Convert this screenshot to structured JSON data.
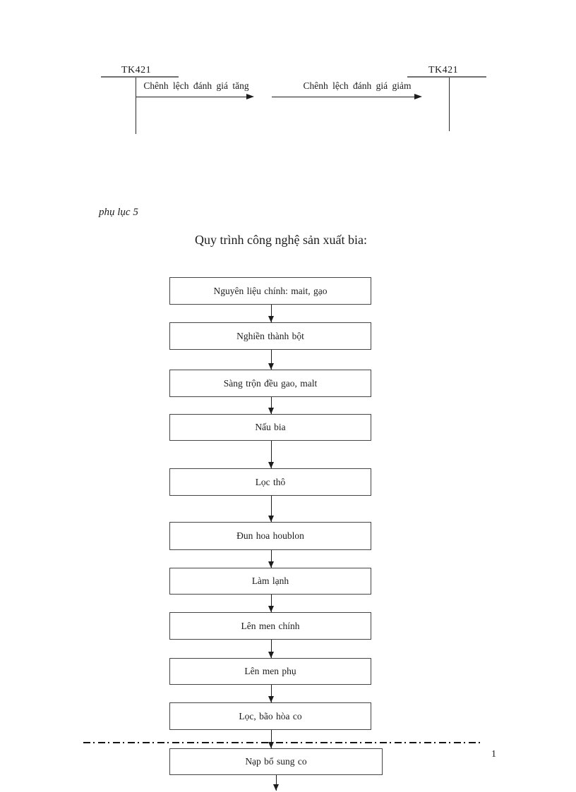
{
  "page": {
    "number": "1"
  },
  "taccounts": {
    "left": {
      "title": "TK421",
      "arrow_label": "Chênh lệch đánh giá tăng"
    },
    "right": {
      "title": "TK421",
      "arrow_label": "Chênh lệch đánh giá giảm"
    }
  },
  "appendix_label": "phụ lục 5",
  "flowchart": {
    "title": "Quy trình công nghệ sản xuất bia:",
    "steps": [
      {
        "label": "Nguyên liệu chính: mait, gạo"
      },
      {
        "label": "Nghiền thành bột"
      },
      {
        "label": "Sàng trộn đều gao, malt"
      },
      {
        "label": "Nấu bia"
      },
      {
        "label": "Lọc thô"
      },
      {
        "label": "Đun hoa houblon"
      },
      {
        "label": "Làm lạnh"
      },
      {
        "label": "Lên men chính"
      },
      {
        "label": "Lên men phụ"
      },
      {
        "label": "Lọc, bão hòa co"
      },
      {
        "label": "Nạp bổ sung co"
      }
    ]
  },
  "colors": {
    "ink": "#1c1c1c",
    "rule_gray": "#707070",
    "box_border": "#454545",
    "background": "#ffffff"
  }
}
